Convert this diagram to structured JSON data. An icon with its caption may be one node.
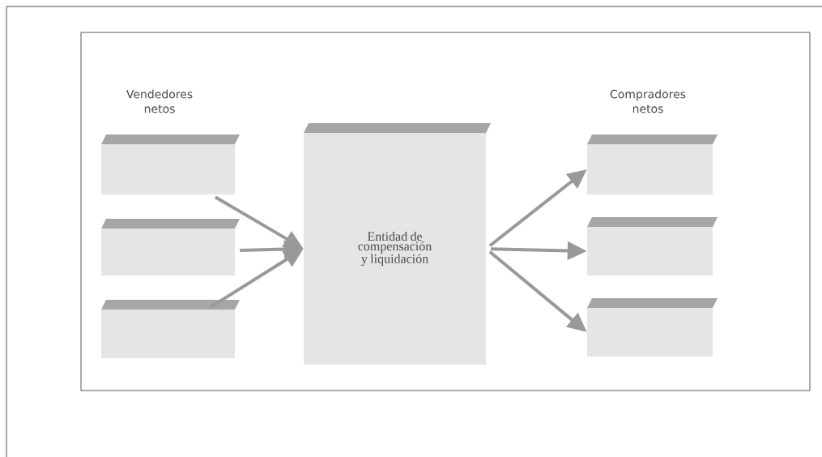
{
  "diagram": {
    "nodes": [
      {
        "text": [],
        "shape": "box"
      },
      {
        "text": [],
        "shape": "box",
        "in": 0
      },
      {
        "text": [],
        "shape": "box",
        "in": 0
      },
      {
        "text": [],
        "shape": "box",
        "in": 0
      },
      {
        "text": [
          "Entidad de compensación y liquidación"
        ],
        "in": 0
      },
      {
        "text": [],
        "shape": "box",
        "in": 0
      },
      {
        "text": [],
        "shape": "box",
        "in": 0
      },
      {
        "text": [],
        "shape": "box",
        "in": 0
      }
    ],
    "edges": [
      {
        "from": 1,
        "to": 4,
        "arrow": "to"
      },
      {
        "from": 2,
        "to": 4,
        "arrow": "to"
      },
      {
        "from": 3,
        "to": 4,
        "arrow": "to"
      },
      {
        "from": 4,
        "to": 5,
        "arrow": "to"
      },
      {
        "from": 4,
        "to": 6,
        "arrow": "to"
      },
      {
        "from": 4,
        "to": 7,
        "arrow": "to"
      }
    ],
    "labels": [
      "Vendedores netos",
      "Compradores netos"
    ]
  }
}
